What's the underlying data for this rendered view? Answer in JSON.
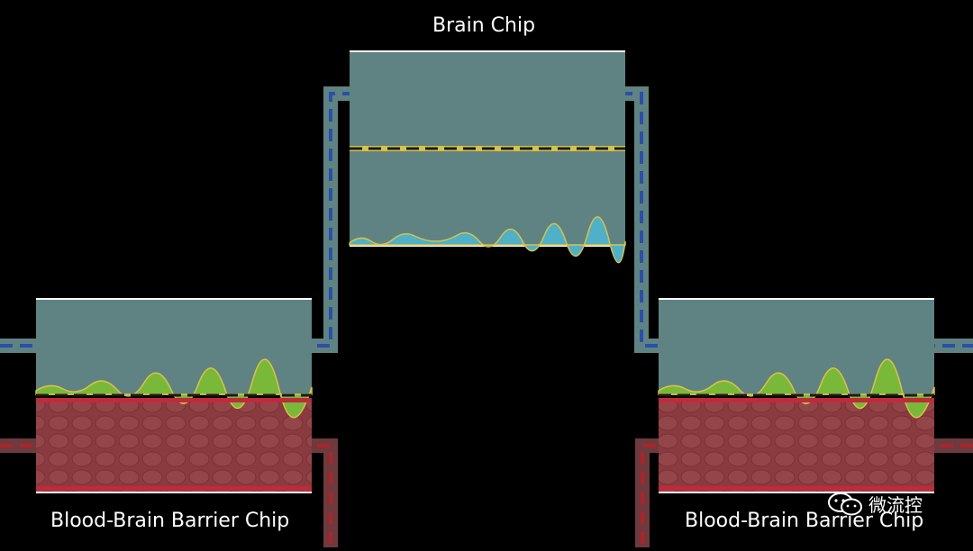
{
  "labels": {
    "brain_chip": "Brain Chip",
    "bbb_chip_left": "Blood-Brain Barrier Chip",
    "bbb_chip_right": "Blood-Brain Barrier Chip"
  },
  "watermark": {
    "text": "微流控",
    "icon": "wechat-icon"
  },
  "colors": {
    "background": "#000000",
    "chamber_fluid": "#5f8382",
    "blood_chamber": "#8a3b40",
    "blue_dashes": "#2c4fa8",
    "red_dashes": "#a8262c",
    "channel_blue": "#5f8382",
    "channel_red": "#6e3a3d",
    "membrane_dash": "#1a1a1a",
    "membrane_base": "#d8c24a",
    "white_edge": "#ffffff"
  }
}
